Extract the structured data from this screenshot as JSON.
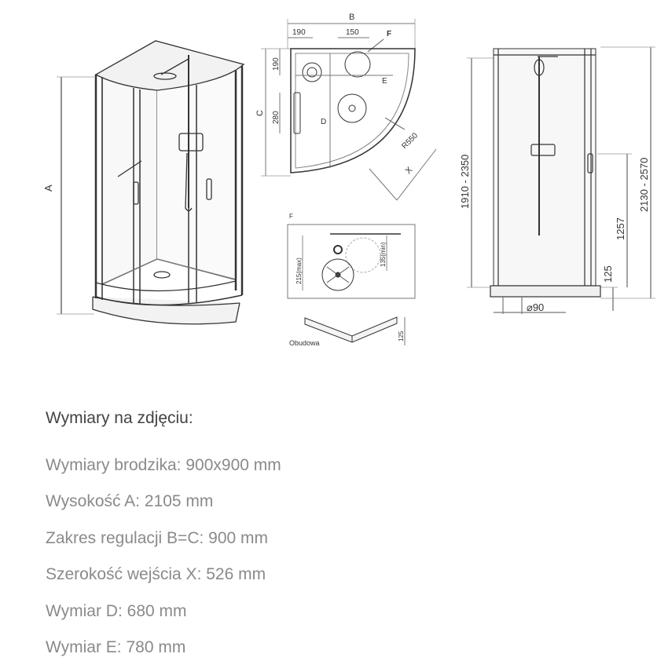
{
  "diagram": {
    "perspective": {
      "label_height": "A"
    },
    "top_view": {
      "label_width": "B",
      "label_depth": "C",
      "dim_190_horizontal": "190",
      "dim_150": "150",
      "label_detail": "F",
      "dim_190_vertical": "190",
      "label_e": "E",
      "dim_280": "280",
      "label_d": "D",
      "label_radius": "R550",
      "label_entry": "X"
    },
    "detail": {
      "label": "F",
      "dim_215": "215(max)",
      "dim_135": "135(min)"
    },
    "casing": {
      "label": "Obudowa",
      "dim_125": "125"
    },
    "side_view": {
      "range_inner": "1910 - 2350",
      "range_outer": "2130 - 2570",
      "dim_1257": "1257",
      "dim_125": "125",
      "drain": "⌀90"
    }
  },
  "spec": {
    "heading": "Wymiary na zdjęciu:",
    "rows": [
      "Wymiary brodzika: 900x900 mm",
      "Wysokość A: 2105 mm",
      "Zakres regulacji B=C: 900 mm",
      "Szerokość wejścia X: 526 mm",
      "Wymiar D: 680 mm",
      "Wymiar E: 780 mm"
    ]
  }
}
